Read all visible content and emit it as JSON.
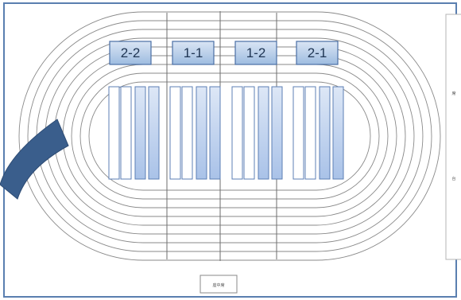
{
  "diagram": {
    "group_labels": [
      "2-2",
      "1-1",
      "1-2",
      "2-1"
    ],
    "bottom_box_label": "座中席",
    "side_panel_marks": [
      "席",
      "台"
    ]
  },
  "colors": {
    "frame_border": "#5a7fb0",
    "track_line": "#8a8a8a",
    "label_fill_top": "#d9e5f4",
    "label_fill_bottom": "#9ebce0",
    "label_border": "#4a6fa5",
    "label_text": "#1f3553",
    "block_filled": "#b3c9ea",
    "block_empty": "#ffffff",
    "block_border": "#5c7fb5",
    "arrow": "#3a5e8c"
  }
}
